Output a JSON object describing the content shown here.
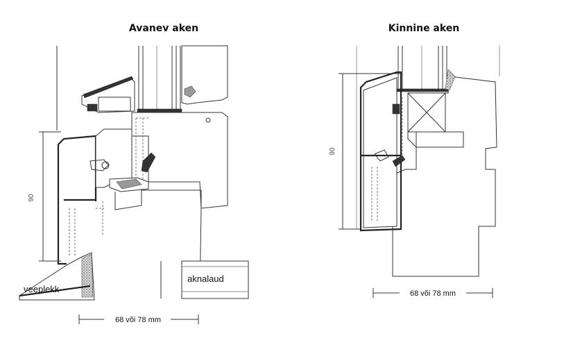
{
  "left_drawing": {
    "title": "Avanev aken",
    "label_sill": "veeplekk",
    "label_board": "aknalaud",
    "dimension_width": "68 või 78 mm",
    "dimension_height": "90"
  },
  "right_drawing": {
    "title": "Kinnine aken",
    "dimension_width": "68 või 78 mm",
    "dimension_height": "90"
  }
}
